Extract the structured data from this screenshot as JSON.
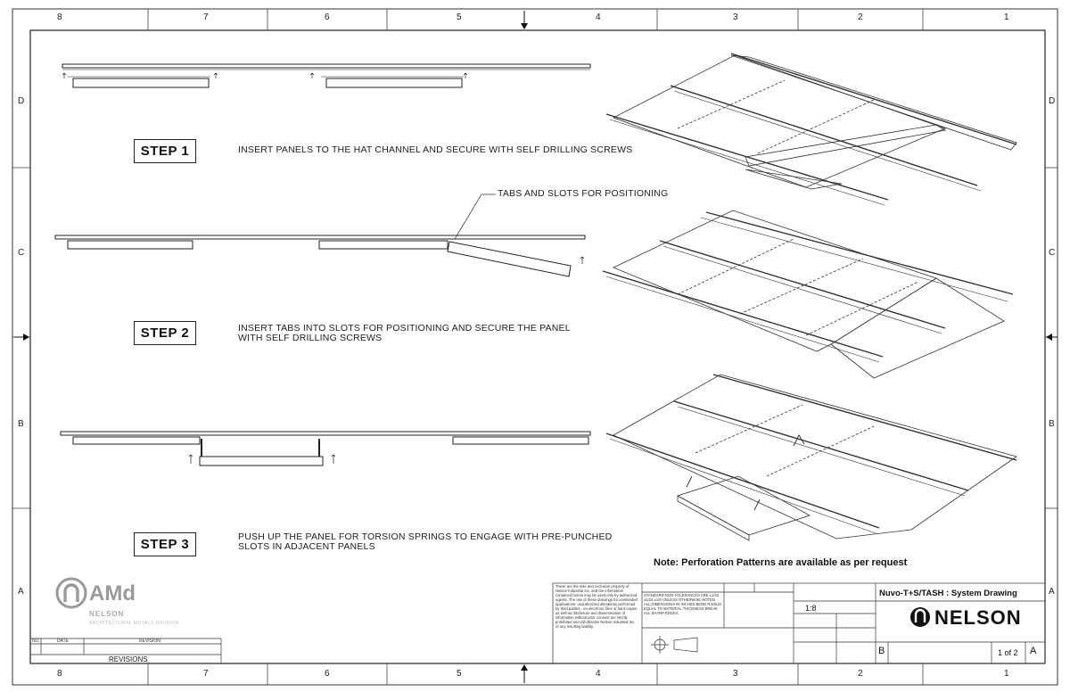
{
  "zones": {
    "top": [
      "8",
      "7",
      "6",
      "5",
      "4",
      "3",
      "2",
      "1"
    ],
    "bottom": [
      "8",
      "7",
      "6",
      "5",
      "4",
      "3",
      "2",
      "1"
    ],
    "left": [
      "D",
      "C",
      "B",
      "A"
    ],
    "right": [
      "D",
      "C",
      "B",
      "A"
    ]
  },
  "steps": [
    {
      "label": "STEP 1",
      "text": "INSERT PANELS TO THE HAT CHANNEL AND SECURE WITH SELF DRILLING SCREWS"
    },
    {
      "label": "STEP 2",
      "text_line1": "INSERT TABS INTO SLOTS FOR POSITIONING AND SECURE THE PANEL",
      "text_line2": "WITH SELF DRILLING SCREWS"
    },
    {
      "label": "STEP 3",
      "text_line1": "PUSH UP THE PANEL FOR TORSION SPRINGS TO ENGAGE WITH PRE-PUNCHED",
      "text_line2": "SLOTS IN ADJACENT PANELS"
    }
  ],
  "callout": "TABS AND SLOTS FOR POSITIONING",
  "note": "Note: Perforation Patterns are available as per request",
  "logo": {
    "mark": "AMd",
    "sub1": "NELSON",
    "sub2": "ARCHITECTURAL METALS DIVISION"
  },
  "revisions": {
    "col_no": "NO.",
    "col_date": "DATE",
    "col_revision": "REVISION",
    "title": "REVISIONS"
  },
  "title_block": {
    "legal": "These are the sole and exclusive property of Nelson Industrial Inc. and the information contained herein may be used only by authorized agents. The use of these drawings for unintended applications, unauthorized alterations performed by third parties - on electronic files or hard copies - as well as disclosure and dissemination of information without prior consent are strictly prohibited and will absolve Nelson Industrial Inc. of any resulting liability.",
    "tolerances": "STANDARD NON-TOLERANCES ARE ±1/32 ±1/16 ±1/8 UNLESS OTHERWISE NOTED ALL DIMENSIONS IN INCHES BEND RADIUS EQUAL TO MATERIAL THICKNESS BREAK ALL SHARP EDGES",
    "drawing_title": "Nuvo-T+S/TASH : System Drawing",
    "brand": "NELSON",
    "scale": "1:8",
    "size": "B",
    "sheet": "1 of 2",
    "rev": "A"
  }
}
